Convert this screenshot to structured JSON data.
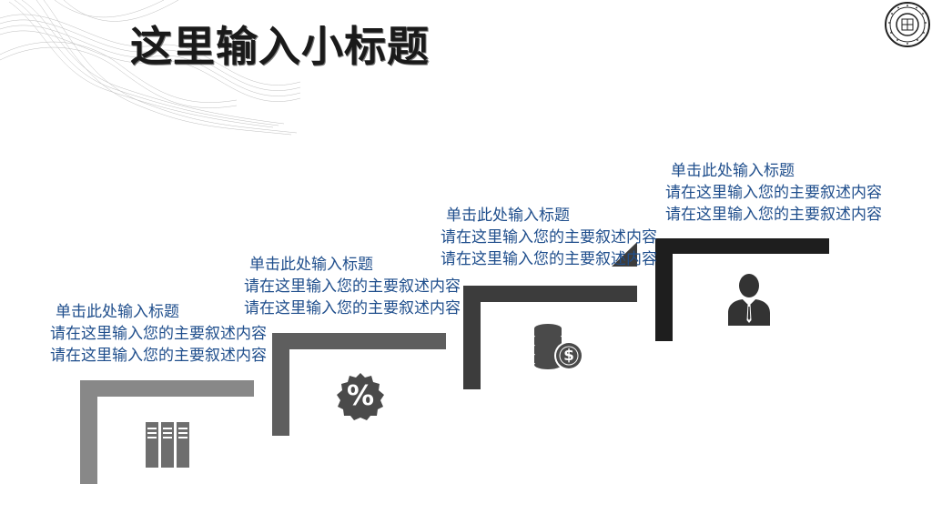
{
  "slide": {
    "title": "这里输入小标题"
  },
  "steps": [
    {
      "heading": "单击此处输入标题",
      "line1": "请在这里输入您的主要叙述内容",
      "line2": "请在这里输入您的主要叙述内容",
      "icon": "server-rack-icon"
    },
    {
      "heading": "单击此处输入标题",
      "line1": "请在这里输入您的主要叙述内容",
      "line2": "请在这里输入您的主要叙述内容",
      "icon": "percent-badge-icon"
    },
    {
      "heading": "单击此处输入标题",
      "line1": "请在这里输入您的主要叙述内容",
      "line2": "请在这里输入您的主要叙述内容",
      "icon": "coins-dollar-icon"
    },
    {
      "heading": "单击此处输入标题",
      "line1": "请在这里输入您的主要叙述内容",
      "line2": "请在这里输入您的主要叙述内容",
      "icon": "businessman-icon"
    }
  ],
  "icons": {
    "percent_symbol": "%",
    "dollar_symbol": "$"
  },
  "colors": {
    "text_blue": "#1f4e8c",
    "step_grays": [
      "#888888",
      "#5e5e5e",
      "#3c3c3c",
      "#1e1e1e"
    ]
  }
}
